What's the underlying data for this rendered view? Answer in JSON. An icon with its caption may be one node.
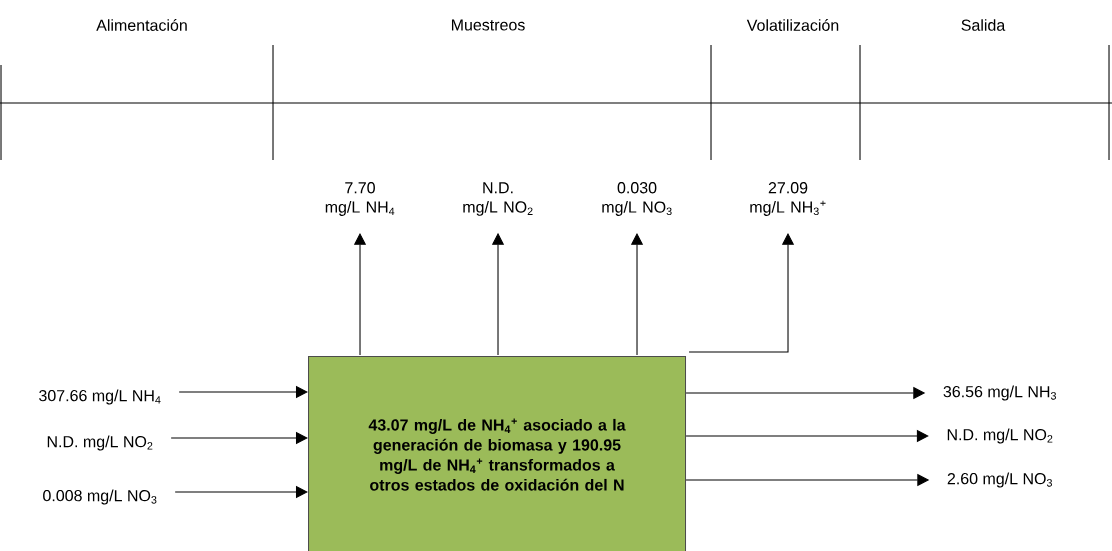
{
  "diagram": {
    "nodes": [
      {
        "text": [
          "43.07 mg/L de NH$_{4}$$^{+}$ asociado a la generación de biomasa y 190.95 mg/L de NH$_{4}$$^{+}$ transformados a otros estados de oxidación del N"
        ]
      },
      {
        "text": [
          "307.66 mg/L NH$_{4}$"
        ]
      },
      {
        "text": [
          "N.D. mg/L NO$_{2}$"
        ]
      },
      {
        "text": [
          "0.008 mg/L NO$_{3}$"
        ]
      },
      {
        "text": [
          "7.70 mg/L NH$_{4}$"
        ]
      },
      {
        "text": [
          "N.D. mg/L NO$_{2}$"
        ]
      },
      {
        "text": [
          "0.030 mg/L NO$_{3}$"
        ]
      },
      {
        "text": [
          "27.09 mg/L NH$_{3}$$^{+}$"
        ]
      },
      {
        "text": [
          "36.56 mg/L NH$_{3}$"
        ]
      },
      {
        "text": [
          "N.D. mg/L NO$_{2}$"
        ]
      },
      {
        "text": [
          "2.60 mg/L NO$_{3}$"
        ]
      }
    ],
    "edges": [
      {
        "from": 1,
        "to": 0,
        "arrow": "to"
      },
      {
        "from": 2,
        "to": 0,
        "arrow": "to"
      },
      {
        "from": 3,
        "to": 0,
        "arrow": "to"
      },
      {
        "from": 0,
        "to": 4,
        "arrow": "to"
      },
      {
        "from": 0,
        "to": 5,
        "arrow": "to"
      },
      {
        "from": 0,
        "to": 6,
        "arrow": "to"
      },
      {
        "from": 0,
        "to": 7,
        "arrow": "to"
      },
      {
        "from": 0,
        "to": 8,
        "arrow": "to"
      },
      {
        "from": 0,
        "to": 9,
        "arrow": "to"
      },
      {
        "from": 0,
        "to": 10,
        "arrow": "to"
      }
    ],
    "labels": [
      "Alimentación",
      "Muestreos",
      "Volatilización",
      "Salida"
    ]
  }
}
